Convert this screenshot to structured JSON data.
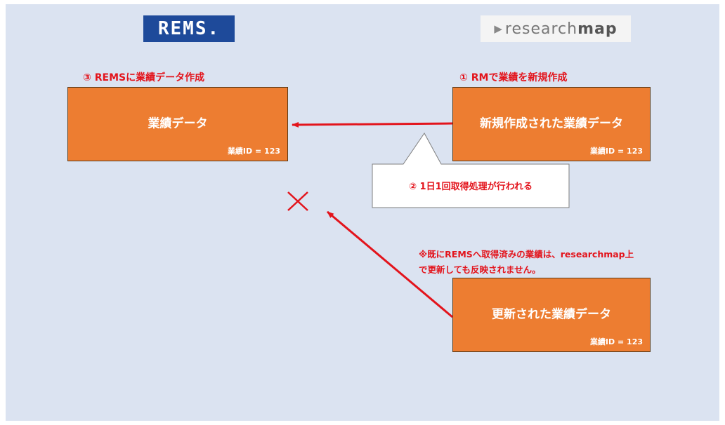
{
  "logos": {
    "rems": "REMS.",
    "researchmap": {
      "prefix": "research",
      "suffix": "map"
    }
  },
  "captions": {
    "step3": "③ REMSに業績データ作成",
    "step1": "① RMで業績を新規作成"
  },
  "boxes": {
    "rems_data": {
      "label": "業績データ",
      "id_label": "業績ID = 123"
    },
    "rm_new": {
      "label": "新規作成された業績データ",
      "id_label": "業績ID = 123"
    },
    "rm_updated": {
      "label": "更新された業績データ",
      "id_label": "業績ID = 123"
    }
  },
  "callout": {
    "text": "② 1日1回取得処理が行われる"
  },
  "note": {
    "line1": "※既にREMSへ取得済みの業績は、researchmap上",
    "line2": "で更新しても反映されません。"
  },
  "colors": {
    "background": "#dbe3f1",
    "box_fill": "#ed7d31",
    "arrow": "#e3141c",
    "text_red": "#e3141c",
    "rems_logo": "#1e4a9a"
  }
}
